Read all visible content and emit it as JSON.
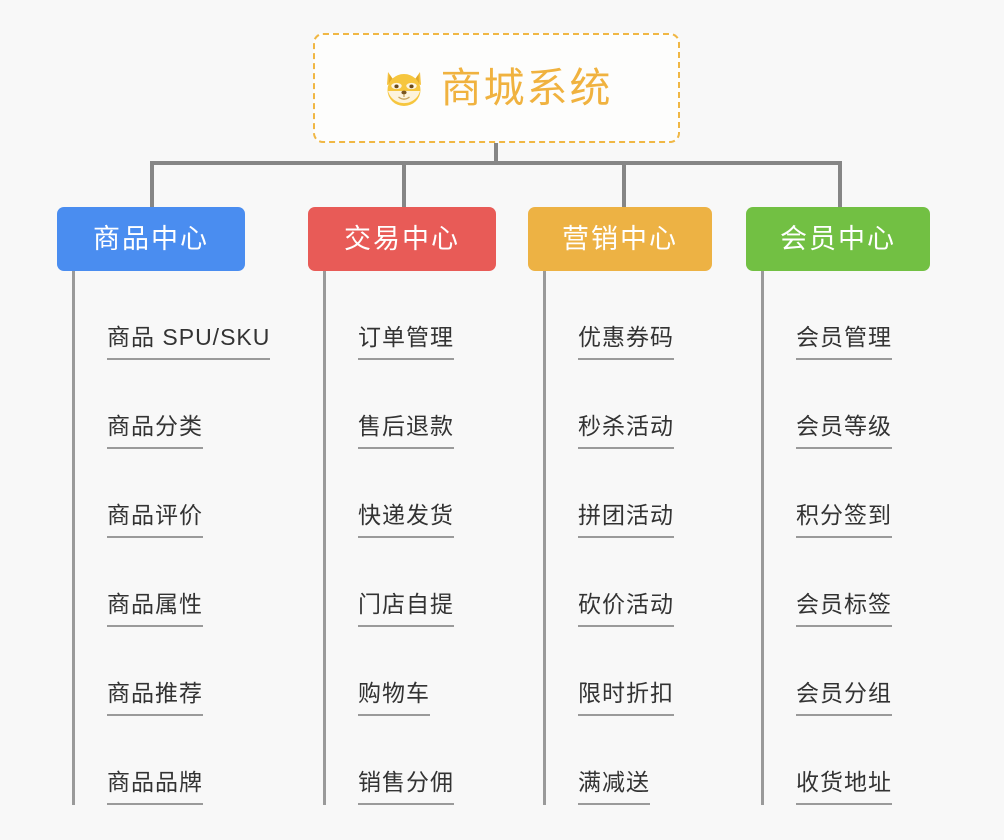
{
  "root": {
    "icon": "dog-face-emoji",
    "title": "商城系统"
  },
  "colors": {
    "root_border": "#f0b744",
    "root_text": "#f0b23f",
    "connector": "#868686",
    "leaf_text": "#333333",
    "leaf_rule": "#9a9a9a",
    "background": "#f8f8f8",
    "branch_blue": "#4a8df0",
    "branch_red": "#e85b57",
    "branch_orange": "#edb244",
    "branch_green": "#72c043"
  },
  "branches": [
    {
      "label": "商品中心",
      "color": "#4a8df0",
      "items": [
        "商品 SPU/SKU",
        "商品分类",
        "商品评价",
        "商品属性",
        "商品推荐",
        "商品品牌"
      ]
    },
    {
      "label": "交易中心",
      "color": "#e85b57",
      "items": [
        "订单管理",
        "售后退款",
        "快递发货",
        "门店自提",
        "购物车",
        "销售分佣"
      ]
    },
    {
      "label": "营销中心",
      "color": "#edb244",
      "items": [
        "优惠券码",
        "秒杀活动",
        "拼团活动",
        "砍价活动",
        "限时折扣",
        "满减送"
      ]
    },
    {
      "label": "会员中心",
      "color": "#72c043",
      "items": [
        "会员管理",
        "会员等级",
        "积分签到",
        "会员标签",
        "会员分组",
        "收货地址"
      ]
    }
  ]
}
